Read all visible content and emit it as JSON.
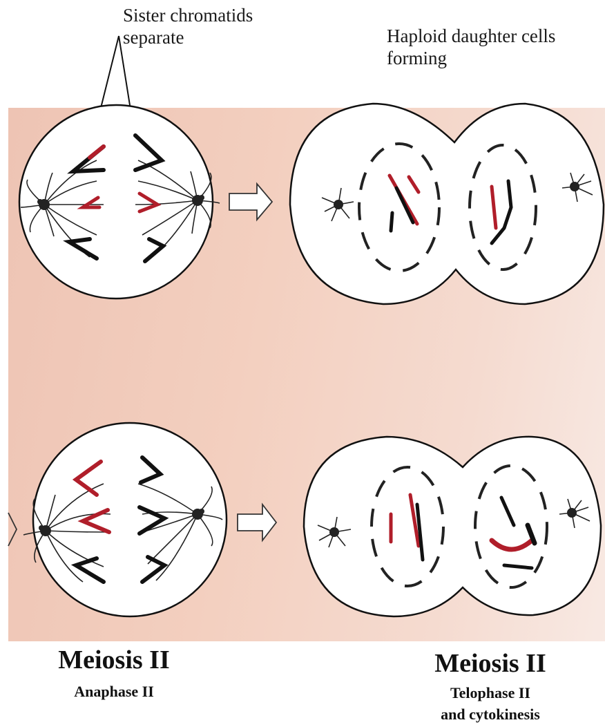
{
  "callouts": {
    "sister_chromatids_line1": "Sister chromatids",
    "sister_chromatids_line2": "separate",
    "haploid_line1": "Haploid daughter cells",
    "haploid_line2": "forming"
  },
  "stages": {
    "anaphase": {
      "title": "Meiosis II",
      "subtitle": "Anaphase II"
    },
    "telophase": {
      "title": "Meiosis II",
      "subtitle_line1": "Telophase  II",
      "subtitle_line2": "and  cytokinesis"
    }
  },
  "colors": {
    "background_panel": "#f2cfc0",
    "chromosome_dark": "#111111",
    "chromosome_red": "#b01e2a",
    "cell_fill": "#ffffff"
  }
}
